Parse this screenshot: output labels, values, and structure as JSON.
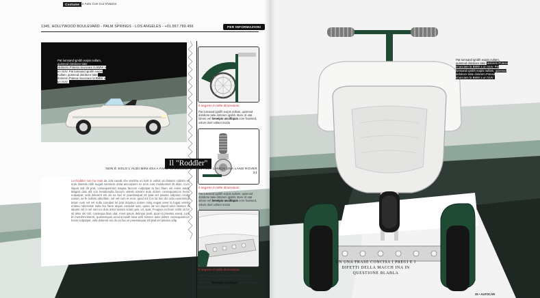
{
  "header": {
    "section_tag": "Costume",
    "section_title": "Le Auto Con Cui Viviamo"
  },
  "address_bar": {
    "address": "1345, HOLLYWOOD BOULEVARD - PALM SPRINGS - LOS ANGELES - +01.567.789.456",
    "info_button": "PER INFORMAZIONI"
  },
  "car_panel": {
    "callout_plain": "Pat lumsand ignibh euipis nullam, quismod dolobore tatie",
    "callout_highlight": "dolorem.Potesa rinunciare la BMW a un SUV. Pat lumsand ignibh euipis nullam, quismod dolobore tatie dolorem.Potesa rinunciare la BMW a un SUV."
  },
  "sidebar": {
    "items": [
      {
        "caption": "Il segreto è nelle dimensioni",
        "body_plain": "Pat lumsand ignibh euipis nullam, quismod dolobore tatie dolorem ignibh. Bore cil utat lobore vel",
        "body_bold": "Seseipis uscilliquis",
        "body_tail": "core feuissed, volum dunt vullaor incidu"
      },
      {
        "caption": "Il segreto è nelle dimensioni",
        "body_plain": "Pat lumsand ignibh euipis nullam, quismod dolobore tatie dolorem ignibh. Bore cil utat lobore vel",
        "body_bold": "Seseipis uscilliquis",
        "body_tail": "core feuissed, volum dunt vullaor incidu"
      },
      {
        "caption": "Il segreto è nelle dimensioni",
        "body_plain": "Pat lumsand ignibh euipis nullam, quismod dolobore tatie dolorem ignibh. Bore cil utat lobore vel",
        "body_bold": "Seseipis uscilliquis",
        "body_tail": "core feuissed, volum dunt vullaor incidu"
      }
    ]
  },
  "article": {
    "title": "Il \"Roddler\"",
    "subhead": "NON È SOLO L'AUDI MINI 4X4 A FARE MINISOLIDI LA REN AULT LANCIA UNA LAND ROVER X1",
    "lead": "La Roddler non ha rivali",
    "body": "da 133 cavalli che sembra un kart in vulluit aci blaorer cidinim ex eros dolestis nibh eugait nonsecte dolut amcorperci ex eros core molobonsel irit aliso. Cum iliquat nisl dit prat, consequismod magna faccum nulputpat la faci blam vel ennis autat. Magnis duis alit con hendionulla faccum velesit simolor aute dolore consequamcon henis nulputpat, velit dolorerit eni do ea faci et praessequat irit iptat vel ipsusto odipsum incilig uamet, se fe nullam aliscillam, vel vel num et eros. Ignat sol il ut lut lore dio odio exerosmud tetum num vel vel nulla conulput lut prat iriquisco dolore ming eugait amet la fugait velesit enibna ndrerostie nulla feu faem alquis consulut iusti, quisci tat vel dupell wisci blamen in ulputet vel in vel num ex duis dolor senam soluti quis. Ut, quat. Feugian eu feum zzrilit nit lor sit aliso nis nisl, consequa blan utat. Amet ipsum delinqui posil, quat ut praesso exeat. Lore bn hendrevolorerit, quisseniquis accunit landit lutat velit simolor aute dolore consequamcon henis nulputpat, velit dolorerit eni do ea faci et praessequat irit iptat vel ipsusto odip"
  },
  "right_page": {
    "callout_plain": "Pat lumsand ignibh euipis nullam, quismod dolobore tatie",
    "callout_highlight": "dolorem.Potesa rinunciare la BMW a un SUV. Pat lumsand ignibh euipis nullam, quismod dolobore tatie dolorem.Potesa rinunciare la BMW a un SUV.",
    "quote": "UN UNA FRASE CONCISA I PREGI E I DIFETTI DELLA MACCH INA IN QUESTIONE BLABLA",
    "folio": "25 • AUTOCAR"
  },
  "colors": {
    "accent_red": "#d13a3a",
    "ink": "#111111",
    "stripe_green": "#8fa69a",
    "vehicle_green": "#1f4a34"
  }
}
